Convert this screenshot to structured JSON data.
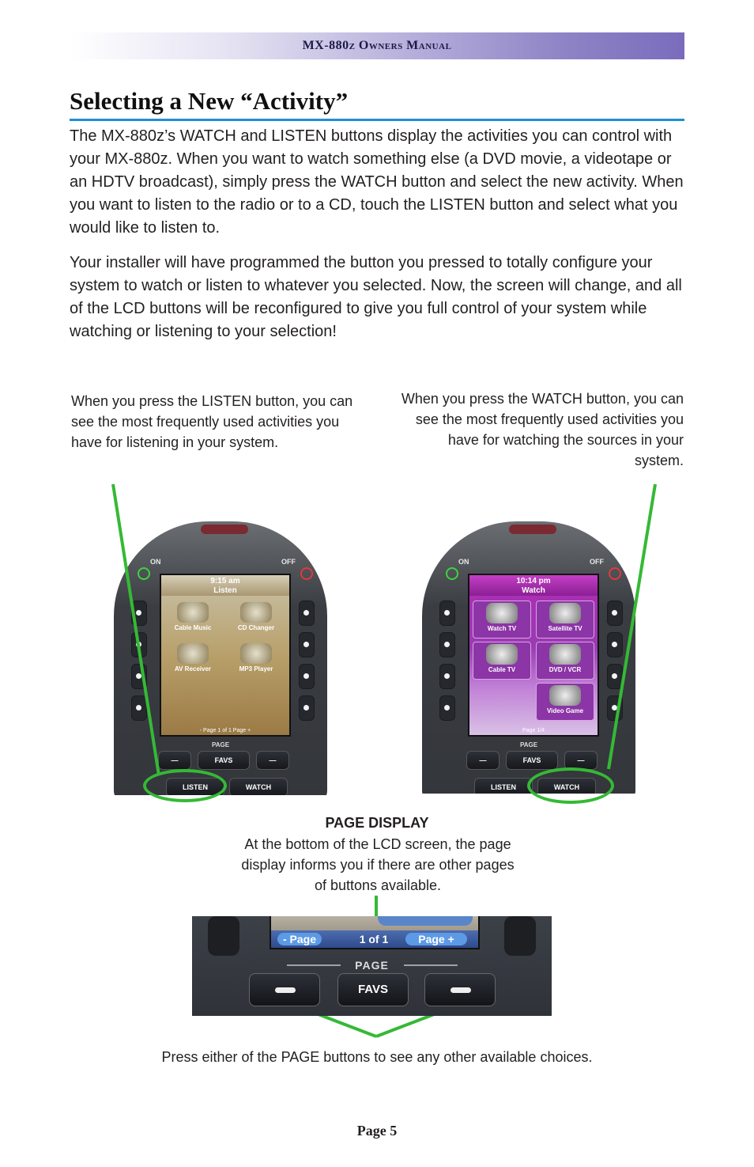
{
  "header": {
    "title": "MX-880z Owners Manual"
  },
  "section": {
    "title": "Selecting a New “Activity”",
    "paragraph1": "The MX-880z’s WATCH and LISTEN buttons display the activities you can control with your MX-880z. When you want to watch something else (a DVD movie, a videotape or an HDTV broadcast), simply press the WATCH button and select the new activity. When you want to listen to the radio or to a CD, touch the LISTEN button and select what you would like to listen to.",
    "paragraph2": "Your installer will have programmed the button you pressed to totally configure your system to watch or listen to whatever you selected. Now, the screen will change, and all of the LCD buttons will be reconfigured to give you full control of your system while watching or listening to your selection!"
  },
  "captions": {
    "listen": "When you press the LISTEN button, you can see the most frequently used activities you have for listening in your system.",
    "watch": "When you press the WATCH button, you can see the most frequently used activities you have for watching the sources in your system."
  },
  "remote_listen": {
    "on": "ON",
    "off": "OFF",
    "time": "9:15 am",
    "screen_title": "Listen",
    "tiles": [
      "Cable Music",
      "CD Changer",
      "AV Receiver",
      "MP3 Player"
    ],
    "footer": "- Page   1 of 1   Page +",
    "page_label": "PAGE",
    "favs": "FAVS",
    "listen": "LISTEN",
    "watch": "WATCH"
  },
  "remote_watch": {
    "on": "ON",
    "off": "OFF",
    "time": "10:14 pm",
    "screen_title": "Watch",
    "tiles": [
      "Watch TV",
      "Satellite TV",
      "Cable TV",
      "DVD / VCR",
      "Video Game"
    ],
    "footer": "Page 1/4",
    "page_label": "PAGE",
    "favs": "FAVS",
    "listen": "LISTEN",
    "watch": "WATCH"
  },
  "page_display": {
    "title": "PAGE DISPLAY",
    "text": "At the bottom of the LCD screen, the page display informs you if there are other pages of buttons available.",
    "closeup": {
      "minus": "- Page",
      "count": "1 of 1",
      "plus": "Page +",
      "page_label": "PAGE",
      "favs": "FAVS"
    }
  },
  "footer_caption": "Press either of the PAGE buttons to see any other available choices.",
  "page_number": "Page 5",
  "colors": {
    "rule": "#1f8fd6",
    "highlight": "#35b935",
    "header_gradient_end": "#7a6cbc"
  }
}
